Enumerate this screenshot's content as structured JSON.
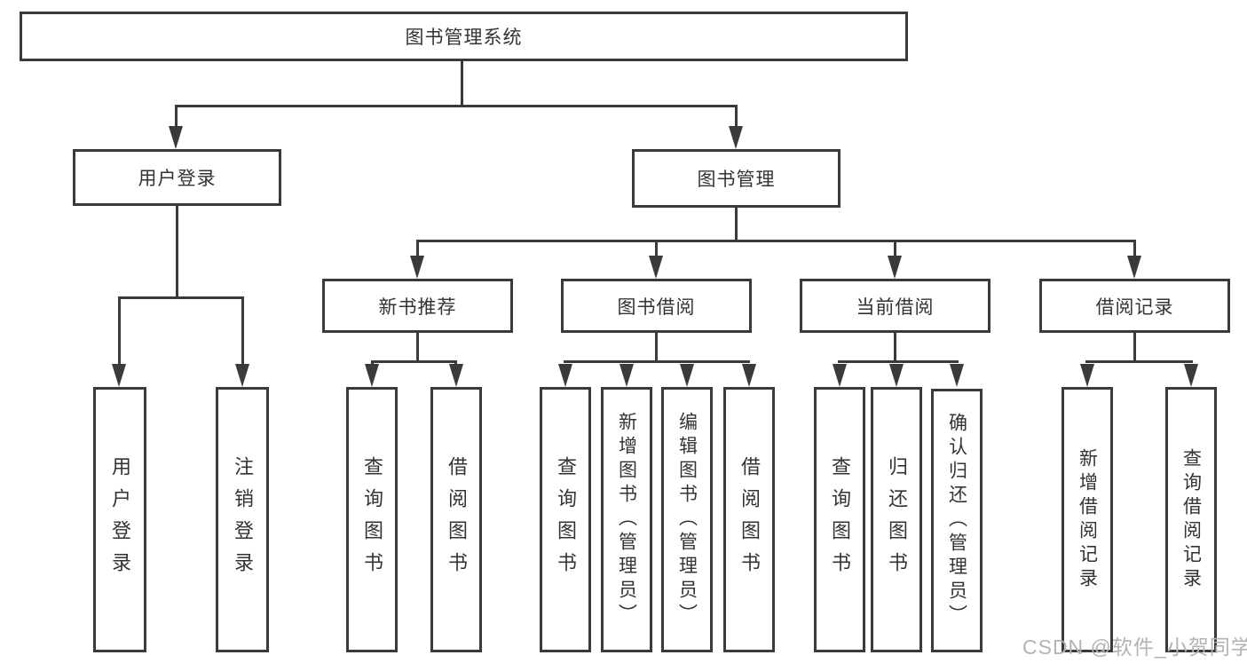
{
  "diagram": {
    "title": "图书管理系统",
    "root": "图书管理系统",
    "level2": {
      "user_login": "用户登录",
      "book_mgmt": "图书管理"
    },
    "level3": {
      "new_book": "新书推荐",
      "book_borrow": "图书借阅",
      "current_borrow": "当前借阅",
      "borrow_record": "借阅记录"
    },
    "leaves": {
      "user_login": [
        "用户登录",
        "注销登录"
      ],
      "new_book": [
        "查询图书",
        "借阅图书"
      ],
      "book_borrow": [
        "查询图书",
        "新增图书（管理员）",
        "编辑图书（管理员）",
        "借阅图书"
      ],
      "current_borrow": [
        "查询图书",
        "归还图书",
        "确认归还（管理员）"
      ],
      "borrow_record": [
        "新增借阅记录",
        "查询借阅记录"
      ]
    }
  },
  "watermark": "CSDN @软件_小贺同学",
  "colors": {
    "line": "#3a3a3a",
    "text": "#333333",
    "watermark": "#b3b3b6",
    "background": "#ffffff"
  }
}
